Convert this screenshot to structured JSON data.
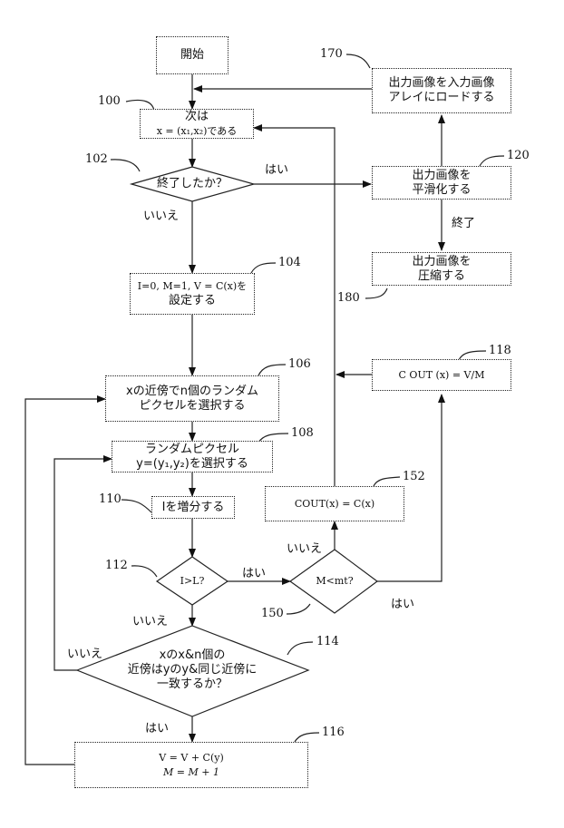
{
  "diagram": {
    "type": "flowchart",
    "nodes": {
      "start": {
        "text": "開始"
      },
      "n100": {
        "ref": "100",
        "line1": "次は",
        "line2": "x = (x₁,x₂)である"
      },
      "n102": {
        "ref": "102",
        "text": "終了したか？"
      },
      "n104": {
        "ref": "104",
        "line1": "I=0, M=1, V = C(x)を",
        "line2": "設定する"
      },
      "n106": {
        "ref": "106",
        "line1": "xの近傍でn個のランダム",
        "line2": "ピクセルを選択する"
      },
      "n108": {
        "ref": "108",
        "line1": "ランダムピクセル",
        "line2": "y=(y₁,y₂)を選択する"
      },
      "n110": {
        "ref": "110",
        "text": "Iを増分する"
      },
      "n112": {
        "ref": "112",
        "text": "I>L?"
      },
      "n114": {
        "ref": "114",
        "line1": "xのx&n個の",
        "line2": "近傍はyのy&同じ近傍に",
        "line3": "一致するか？"
      },
      "n116": {
        "ref": "116",
        "line1": "V = V + C(y)",
        "line2": "M = M + 1"
      },
      "n118": {
        "ref": "118",
        "text": "C OUT (x) = V/M"
      },
      "n120": {
        "ref": "120",
        "line1": "出力画像を",
        "line2": "平滑化する"
      },
      "n150": {
        "ref": "150",
        "text": "M<mt?"
      },
      "n152": {
        "ref": "152",
        "text": "COUT(x) = C(x)"
      },
      "n170": {
        "ref": "170",
        "line1": "出力画像を入力画像",
        "line2": "アレイにロードする"
      },
      "n180": {
        "ref": "180",
        "line1": "出力画像を",
        "line2": "圧縮する"
      }
    },
    "edge_labels": {
      "n102_yes": "はい",
      "n102_no": "いいえ",
      "n120_end": "終了",
      "n112_yes": "はい",
      "n112_no": "いいえ",
      "n150_no": "いいえ",
      "n150_yes": "はい",
      "n114_no": "いいえ",
      "n114_yes": "はい"
    }
  }
}
